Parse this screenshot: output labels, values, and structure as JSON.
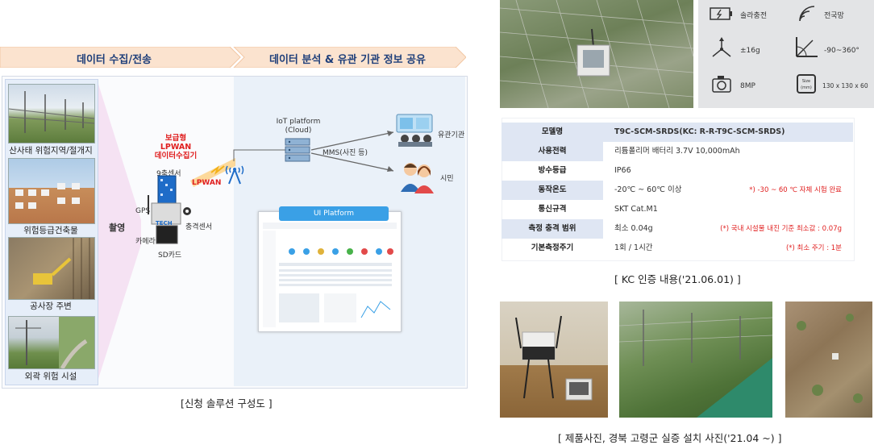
{
  "diagram": {
    "banner_left": "데이터 수집/전송",
    "banner_right": "데이터 분석 & 유관 기관 정보 공유",
    "sites": [
      {
        "label": "산사태 위험지역/절개지"
      },
      {
        "label": "위험등급건축물"
      },
      {
        "label": "공사장 주변"
      },
      {
        "label": "외곽 위험 시설"
      }
    ],
    "capture_label": "촬영",
    "device_title_lines": [
      "보급형",
      "LPWAN",
      "데이터수집기"
    ],
    "sensor_9axis": "9축센서",
    "gps": "GPS",
    "impact_sensor": "충격센서",
    "camera": "카메라",
    "sd_card": "SD카드",
    "lpwan": "LPWAN",
    "iot_platform_lines": [
      "IoT platform",
      "(Cloud)"
    ],
    "mms": "MMS(사진 등)",
    "agency": "유관기관",
    "citizen": "시민",
    "ui_platform": "UI Platform",
    "caption": "[신청 솔루션 구성도 ]"
  },
  "product": {
    "features": [
      {
        "icon": "solar-battery-icon",
        "label": "솔라충전"
      },
      {
        "icon": "signal-icon",
        "label": "전국망"
      },
      {
        "icon": "axis-icon",
        "label": "±16g"
      },
      {
        "icon": "angle-icon",
        "label": "-90~360°"
      },
      {
        "icon": "camera-icon",
        "label": "8MP"
      },
      {
        "icon": "size-icon",
        "label": "130 x 130 x 60"
      }
    ],
    "size_box_lines": [
      "Size",
      "(mm)"
    ]
  },
  "spec_table": {
    "rows": [
      {
        "key": "모델명",
        "value": "T9C-SCM-SRDS(KC: R-R-T9C-SCM-SRDS)",
        "note": ""
      },
      {
        "key": "사용전력",
        "value": "리튬폴리머 배터리 3.7V 10,000mAh",
        "note": ""
      },
      {
        "key": "방수등급",
        "value": "IP66",
        "note": ""
      },
      {
        "key": "동작온도",
        "value": "-20℃ ~ 60℃ 이상",
        "note": "*) -30 ~ 60 ℃ 자체 시험 완료"
      },
      {
        "key": "통신규격",
        "value": "SKT Cat.M1",
        "note": ""
      },
      {
        "key": "측정 충격 범위",
        "value": "최소 0.04g",
        "note": "(*) 국내 시설물 내진 기준 최소값 : 0.07g"
      },
      {
        "key": "기본측정주기",
        "value": "1회 / 1시간",
        "note": "(*) 최소 주기 : 1분"
      }
    ],
    "caption": "[ KC 인증 내용('21.06.01) ]"
  },
  "photos": {
    "caption": "[ 제품사진, 경북 고령군 실증 설치 사진('21.04 ~) ]"
  },
  "colors": {
    "banner": "#fbe3cf",
    "banner_text": "#1f3f7a",
    "table_header_bg": "#dfe6f3",
    "note_red": "#e02020",
    "ui_platform_bar": "#3aa0e6"
  }
}
